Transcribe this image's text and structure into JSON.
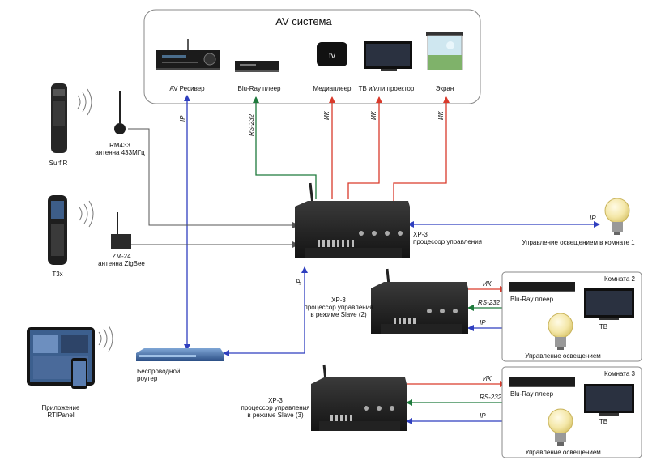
{
  "av_system": {
    "title": "AV система",
    "devices": [
      {
        "id": "av-receiver",
        "label": "AV Ресивер"
      },
      {
        "id": "bluray",
        "label": "Blu-Ray плеер"
      },
      {
        "id": "mediaplayer",
        "label": "Медиаплеер"
      },
      {
        "id": "tv-projector",
        "label": "ТВ и/или проектор"
      },
      {
        "id": "screen",
        "label": "Экран"
      }
    ]
  },
  "left_devices": {
    "surfir": "SurfIR",
    "rm433_line1": "RM433",
    "rm433_line2": "антенна 433МГц",
    "t3x": "T3x",
    "zm24_line1": "ZM-24",
    "zm24_line2": "антенна ZigBee",
    "app_line1": "Приложение",
    "app_line2": "RTIPanel",
    "router_line1": "Беспроводной",
    "router_line2": "роутер"
  },
  "xp3_main": {
    "line1": "XP-3",
    "line2": "процессор управления"
  },
  "xp3_slave2": {
    "line1": "XP-3",
    "line2": "процессор управления",
    "line3": "в режиме Slave (2)"
  },
  "xp3_slave3": {
    "line1": "XP-3",
    "line2": "процессор управления",
    "line3": "в режиме Slave (3)"
  },
  "lighting_room1": "Управление освещением в комнате 1",
  "room2": {
    "title": "Комната 2",
    "bluray": "Blu-Ray плеер",
    "tv": "ТВ",
    "lighting": "Управление освещением"
  },
  "room3": {
    "title": "Комната 3",
    "bluray": "Blu-Ray плеер",
    "tv": "ТВ",
    "lighting": "Управление освещением"
  },
  "link_labels": {
    "ip": "IP",
    "rs232": "RS-232",
    "ir": "ИК"
  },
  "colors": {
    "ip": "#2f3fbf",
    "rs232": "#1e7a3c",
    "ir": "#d93a2b",
    "control": "#555555",
    "device": "#2b2b2b"
  }
}
